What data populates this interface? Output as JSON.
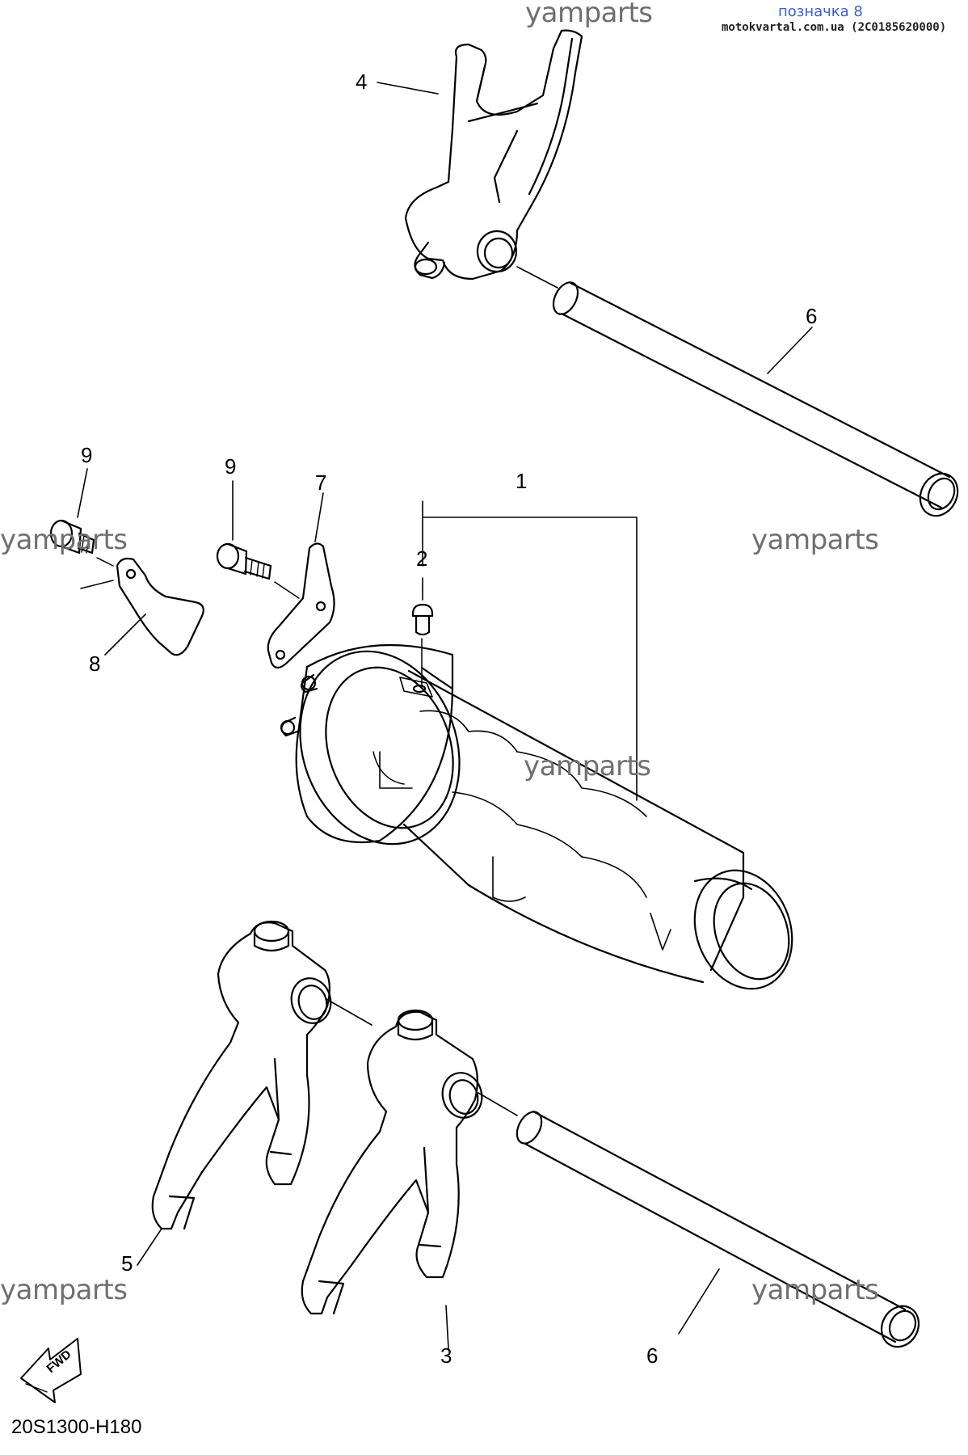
{
  "watermark": {
    "text": "yamparts"
  },
  "header": {
    "mark_label": "позначка 8",
    "site_code": "motokvartal.com.ua (2C0185620000)"
  },
  "callouts": {
    "c1": "1",
    "c2": "2",
    "c3": "3",
    "c4": "4",
    "c5": "5",
    "c6a": "6",
    "c6b": "6",
    "c7": "7",
    "c8": "8",
    "c9a": "9",
    "c9b": "9"
  },
  "fwd_label": "FWD",
  "diagram_code": "20S1300-H180",
  "colors": {
    "line": "#000000",
    "watermark": "#6f6f6f",
    "mark": "#3b5fd0"
  }
}
